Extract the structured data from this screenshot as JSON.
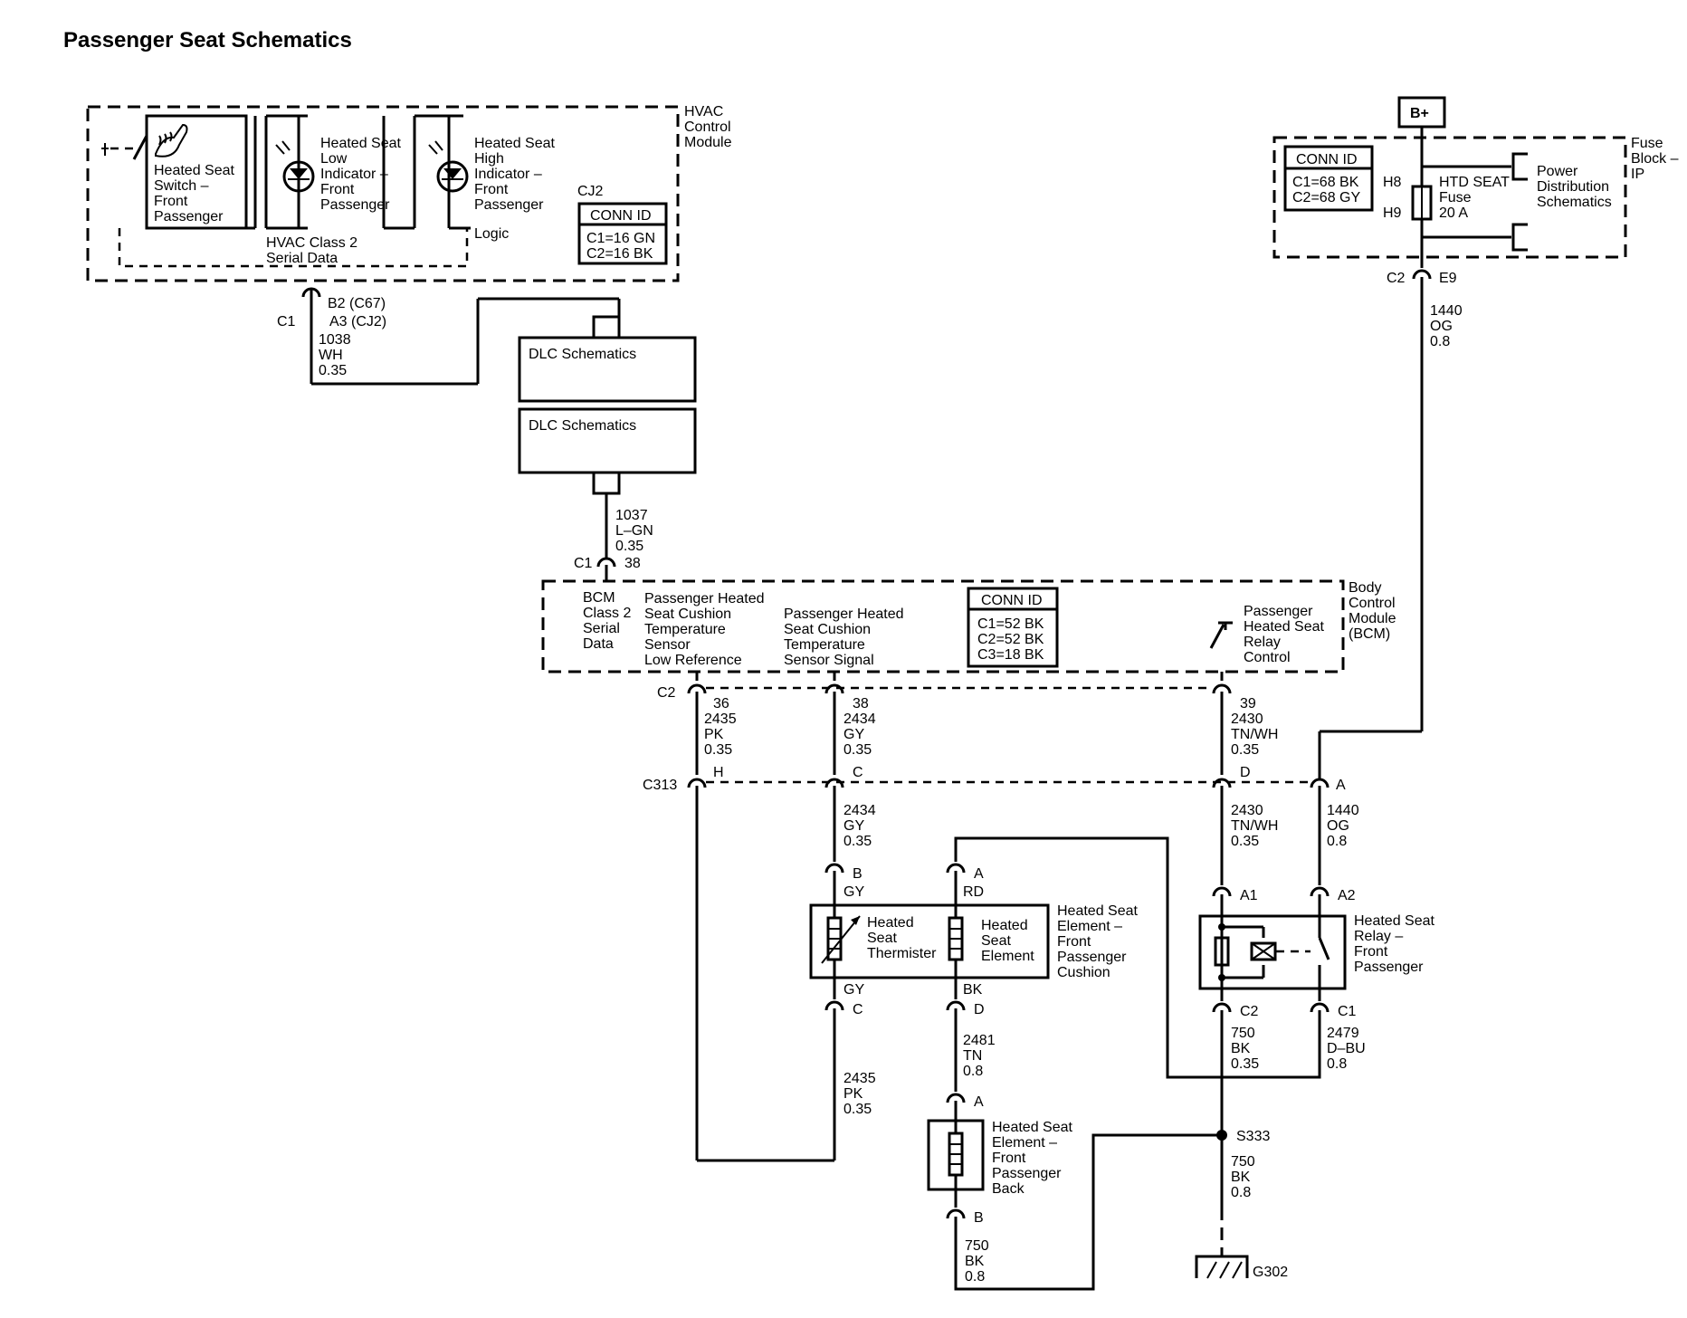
{
  "title": "Passenger Seat Schematics",
  "modules": {
    "hvac": {
      "name": [
        "HVAC",
        "Control",
        "Module"
      ],
      "conn_id_header": "CONN ID",
      "conn_id_prefix": "CJ2",
      "conn_id_lines": [
        "C1=16 GN",
        "C2=16 BK"
      ]
    },
    "fuse_block": {
      "name": [
        "Fuse",
        "Block –",
        "IP"
      ],
      "conn_id_header": "CONN ID",
      "conn_id_lines": [
        "C1=68 BK",
        "C2=68 GY"
      ]
    },
    "bcm": {
      "name": [
        "Body",
        "Control",
        "Module",
        "(BCM)"
      ],
      "conn_id_header": "CONN ID",
      "conn_id_lines": [
        "C1=52 BK",
        "C2=52 BK",
        "C3=18 BK"
      ]
    }
  },
  "components": {
    "heated_seat_switch": [
      "Heated Seat",
      "Switch –",
      "Front",
      "Passenger"
    ],
    "low_indicator": [
      "Heated Seat",
      "Low",
      "Indicator –",
      "Front",
      "Passenger"
    ],
    "high_indicator": [
      "Heated Seat",
      "High",
      "Indicator –",
      "Front",
      "Passenger"
    ],
    "logic": "Logic",
    "hvac_serial": [
      "HVAC Class 2",
      "Serial Data"
    ],
    "dlc_1": "DLC Schematics",
    "dlc_2": "DLC Schematics",
    "b_plus": "B+",
    "fuse": [
      "HTD SEAT",
      "Fuse",
      "20 A"
    ],
    "fuse_pins": [
      "H8",
      "H9"
    ],
    "power_distribution": [
      "Power",
      "Distribution",
      "Schematics"
    ],
    "bcm_serial": [
      "BCM",
      "Class 2",
      "Serial",
      "Data"
    ],
    "bcm_low_ref": [
      "Passenger Heated",
      "Seat Cushion",
      "Temperature",
      "Sensor",
      "Low Reference"
    ],
    "bcm_signal": [
      "Passenger Heated",
      "Seat Cushion",
      "Temperature",
      "Sensor Signal"
    ],
    "bcm_relay_control": [
      "Passenger",
      "Heated Seat",
      "Relay",
      "Control"
    ],
    "cushion_box": [
      "Heated Seat",
      "Element –",
      "Front",
      "Passenger",
      "Cushion"
    ],
    "thermister": [
      "Heated",
      "Seat",
      "Thermister"
    ],
    "cushion_element": [
      "Heated",
      "Seat",
      "Element"
    ],
    "back_element": [
      "Heated Seat",
      "Element –",
      "Front",
      "Passenger",
      "Back"
    ],
    "relay": [
      "Heated Seat",
      "Relay –",
      "Front",
      "Passenger"
    ],
    "splice": "S333",
    "ground": "G302"
  },
  "connectors": {
    "hvac_c1": [
      "C1",
      "B2 (C67)",
      "A3 (CJ2)"
    ],
    "fuse_c2": [
      "C2",
      "E9"
    ],
    "bcm_c1": [
      "C1",
      "38"
    ],
    "bcm_c2": [
      "C2",
      "36",
      "38",
      "39"
    ],
    "c313": [
      "C313",
      "H",
      "C",
      "D",
      "A"
    ],
    "cushion_top": [
      "B",
      "A"
    ],
    "cushion_bottom": [
      "C",
      "D"
    ],
    "back": [
      "A",
      "B"
    ],
    "relay_top": [
      "A1",
      "A2"
    ],
    "relay_bottom": [
      "C2",
      "C1"
    ],
    "cushion_pin_colors": [
      "GY",
      "RD",
      "GY",
      "BK"
    ]
  },
  "wires": {
    "w1038": [
      "1038",
      "WH",
      "0.35"
    ],
    "w1037": [
      "1037",
      "L–GN",
      "0.35"
    ],
    "w1440_upper": [
      "1440",
      "OG",
      "0.8"
    ],
    "w2435_upper": [
      "2435",
      "PK",
      "0.35"
    ],
    "w2434_upper": [
      "2434",
      "GY",
      "0.35"
    ],
    "w2430_upper": [
      "2430",
      "TN/WH",
      "0.35"
    ],
    "w2434_lower": [
      "2434",
      "GY",
      "0.35"
    ],
    "w2430_lower": [
      "2430",
      "TN/WH",
      "0.35"
    ],
    "w1440_lower": [
      "1440",
      "OG",
      "0.8"
    ],
    "w2435_lower": [
      "2435",
      "PK",
      "0.35"
    ],
    "w2481": [
      "2481",
      "TN",
      "0.8"
    ],
    "w750_relay": [
      "750",
      "BK",
      "0.35"
    ],
    "w2479": [
      "2479",
      "D–BU",
      "0.8"
    ],
    "w750_ground": [
      "750",
      "BK",
      "0.8"
    ],
    "w750_back": [
      "750",
      "BK",
      "0.8"
    ]
  }
}
